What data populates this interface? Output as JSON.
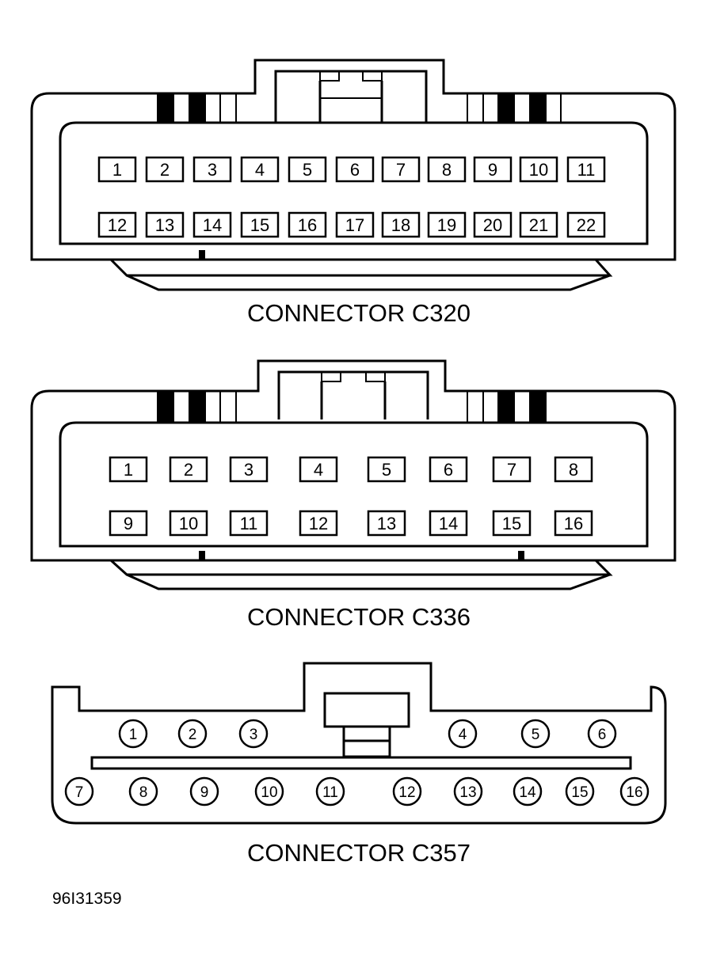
{
  "connectors": [
    {
      "caption": "CONNECTOR C320",
      "pins_row1": [
        "1",
        "2",
        "3",
        "4",
        "5",
        "6",
        "7",
        "8",
        "9",
        "10",
        "11"
      ],
      "pins_row2": [
        "12",
        "13",
        "14",
        "15",
        "16",
        "17",
        "18",
        "19",
        "20",
        "21",
        "22"
      ]
    },
    {
      "caption": "CONNECTOR C336",
      "pins_row1": [
        "1",
        "2",
        "3",
        "4",
        "5",
        "6",
        "7",
        "8"
      ],
      "pins_row2": [
        "9",
        "10",
        "11",
        "12",
        "13",
        "14",
        "15",
        "16"
      ]
    },
    {
      "caption": "CONNECTOR C357",
      "pins_row1": [
        "1",
        "2",
        "3",
        "4",
        "5",
        "6"
      ],
      "pins_row2": [
        "7",
        "8",
        "9",
        "10",
        "11",
        "12",
        "13",
        "14",
        "15",
        "16"
      ]
    }
  ],
  "figure_code": "96I31359"
}
